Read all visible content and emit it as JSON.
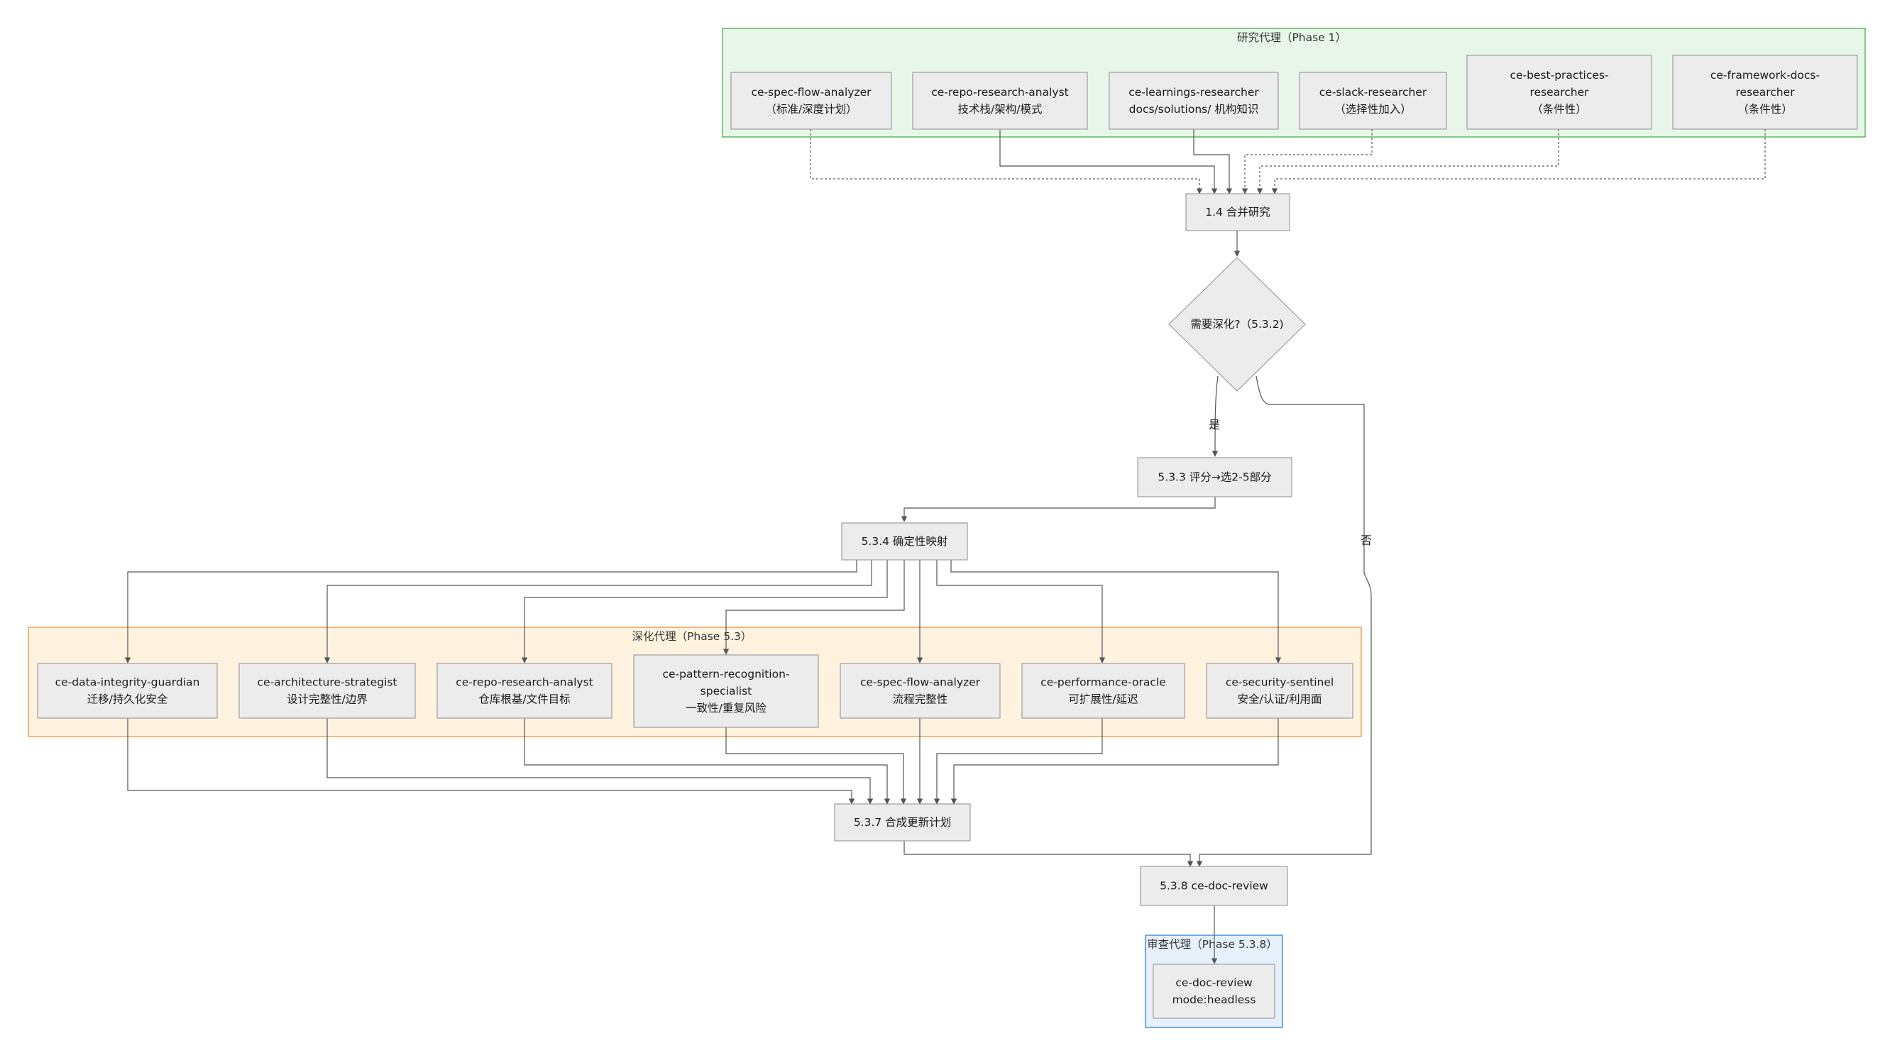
{
  "clusters": {
    "research": {
      "label": "研究代理（Phase 1）",
      "fill": "#e8f5e9",
      "stroke": "#5cb85c"
    },
    "deepen": {
      "label": "深化代理（Phase 5.3）",
      "fill": "#fff3e0",
      "stroke": "#f0a060"
    },
    "review": {
      "label": "审查代理（Phase 5.3.8）",
      "fill": "#e6f0fa",
      "stroke": "#4a90d9"
    }
  },
  "nodes": {
    "r1": {
      "lines": [
        "ce-spec-flow-analyzer",
        "（标准/深度计划）"
      ]
    },
    "r2": {
      "lines": [
        "ce-repo-research-analyst",
        "技术栈/架构/模式"
      ]
    },
    "r3": {
      "lines": [
        "ce-learnings-researcher",
        "docs/solutions/ 机构知识"
      ]
    },
    "r4": {
      "lines": [
        "ce-slack-researcher",
        "（选择性加入）"
      ]
    },
    "r5": {
      "lines": [
        "ce-best-practices-",
        "researcher",
        "（条件性）"
      ]
    },
    "r6": {
      "lines": [
        "ce-framework-docs-",
        "researcher",
        "（条件性）"
      ]
    },
    "merge": {
      "lines": [
        "1.4 合并研究"
      ]
    },
    "decision": {
      "lines": [
        "需要深化?（5.3.2)"
      ]
    },
    "score": {
      "lines": [
        "5.3.3 评分→选2-5部分"
      ]
    },
    "mapping": {
      "lines": [
        "5.3.4 确定性映射"
      ]
    },
    "d1": {
      "lines": [
        "ce-data-integrity-guardian",
        "迁移/持久化安全"
      ]
    },
    "d2": {
      "lines": [
        "ce-architecture-strategist",
        "设计完整性/边界"
      ]
    },
    "d3": {
      "lines": [
        "ce-repo-research-analyst",
        "仓库根基/文件目标"
      ]
    },
    "d4": {
      "lines": [
        "ce-pattern-recognition-",
        "specialist",
        "一致性/重复风险"
      ]
    },
    "d5": {
      "lines": [
        "ce-spec-flow-analyzer",
        "流程完整性"
      ]
    },
    "d6": {
      "lines": [
        "ce-performance-oracle",
        "可扩展性/延迟"
      ]
    },
    "d7": {
      "lines": [
        "ce-security-sentinel",
        "安全/认证/利用面"
      ]
    },
    "synth": {
      "lines": [
        "5.3.7 合成更新计划"
      ]
    },
    "docreview": {
      "lines": [
        "5.3.8 ce-doc-review"
      ]
    },
    "headless": {
      "lines": [
        "ce-doc-review",
        "mode:headless"
      ]
    }
  },
  "edge_labels": {
    "yes": "是",
    "no": "否"
  },
  "colors": {
    "node_fill": "#ececec",
    "node_stroke": "#9e9e9e",
    "edge": "#555555"
  }
}
